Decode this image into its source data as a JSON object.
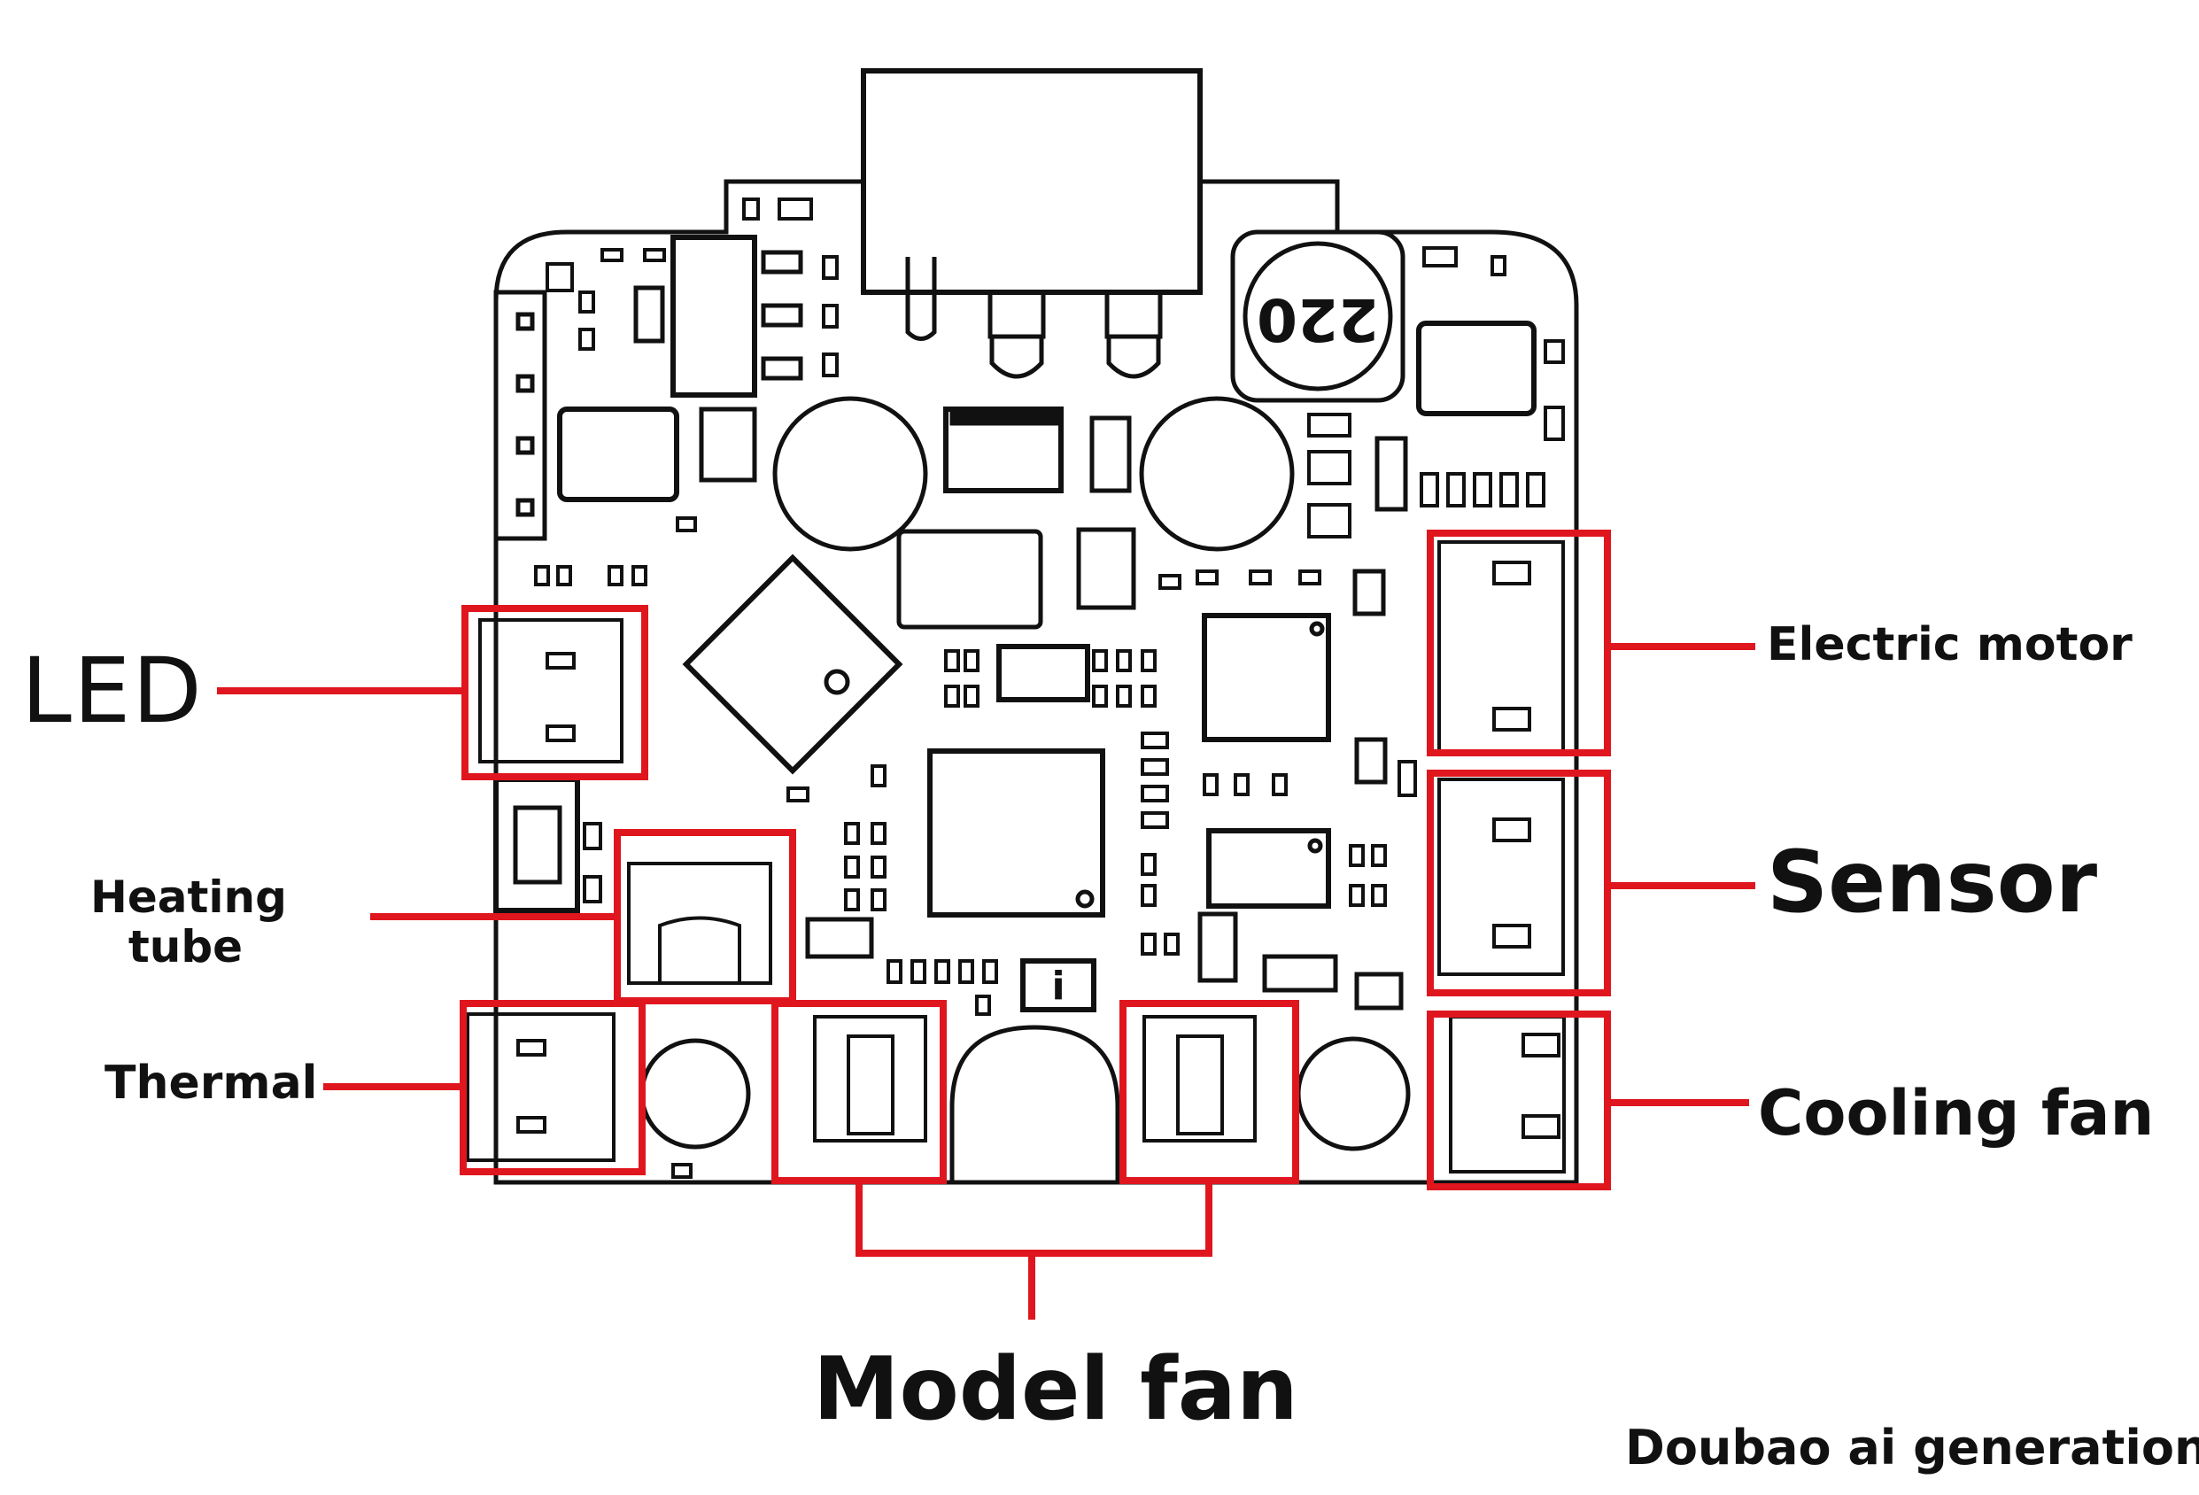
{
  "labels": {
    "led": "LED",
    "heating_tube": "Heating tube",
    "thermal": "Thermal",
    "electric_motor": "Electric motor",
    "sensor": "Sensor",
    "cooling_fan": "Cooling fan",
    "model_fan": "Model fan",
    "credit": "Doubao ai generation"
  },
  "board": {
    "inductor_marking": "220",
    "chip_marking": "i"
  },
  "colors": {
    "highlight": "#e0161e",
    "outline": "#111111",
    "background": "#ffffff"
  }
}
